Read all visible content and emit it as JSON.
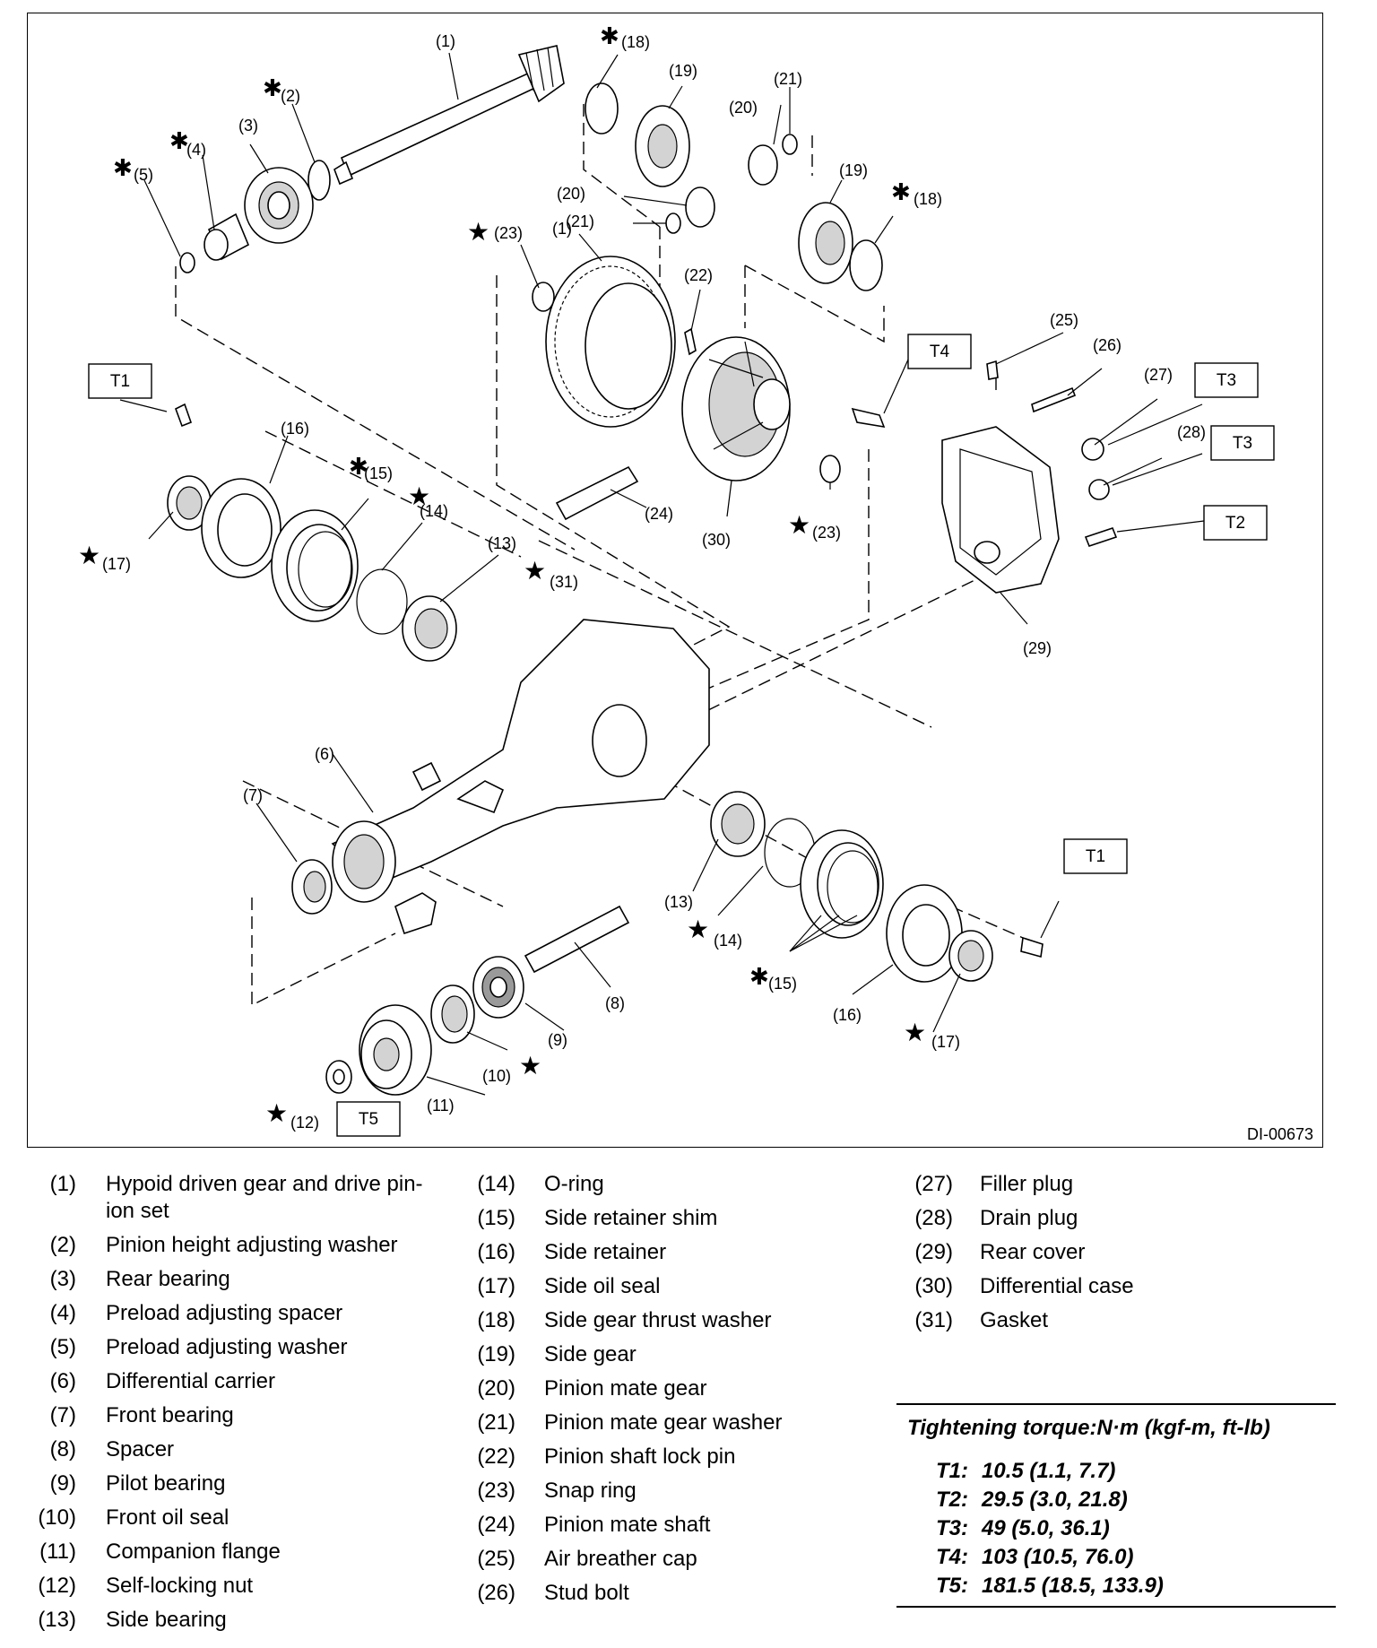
{
  "diagram": {
    "code": "DI-00673",
    "callouts": {
      "c1a": "(1)",
      "c1b": "(1)",
      "c2": "(2)",
      "c3": "(3)",
      "c4": "(4)",
      "c5": "(5)",
      "c6": "(6)",
      "c7": "(7)",
      "c8": "(8)",
      "c9": "(9)",
      "c10": "(10)",
      "c11": "(11)",
      "c12": "(12)",
      "c13a": "(13)",
      "c13b": "(13)",
      "c14a": "(14)",
      "c14b": "(14)",
      "c15a": "(15)",
      "c15b": "(15)",
      "c16a": "(16)",
      "c16b": "(16)",
      "c17a": "(17)",
      "c17b": "(17)",
      "c18a": "(18)",
      "c18b": "(18)",
      "c19a": "(19)",
      "c19b": "(19)",
      "c20a": "(20)",
      "c20b": "(20)",
      "c21a": "(21)",
      "c21b": "(21)",
      "c22": "(22)",
      "c23a": "(23)",
      "c23b": "(23)",
      "c24": "(24)",
      "c25": "(25)",
      "c26": "(26)",
      "c27": "(27)",
      "c28": "(28)",
      "c29": "(29)",
      "c30": "(30)",
      "c31": "(31)"
    },
    "torque_boxes": {
      "t1a": "T1",
      "t1b": "T1",
      "t2": "T2",
      "t3a": "T3",
      "t3b": "T3",
      "t4": "T4",
      "t5": "T5"
    },
    "star_symbol": "★",
    "asterisk_symbol": "✱"
  },
  "legend": {
    "col1": [
      {
        "num": "(1)",
        "label": "Hypoid driven gear and drive pin-",
        "label2": "ion set"
      },
      {
        "num": "(2)",
        "label": "Pinion height adjusting washer"
      },
      {
        "num": "(3)",
        "label": "Rear bearing"
      },
      {
        "num": "(4)",
        "label": "Preload adjusting spacer"
      },
      {
        "num": "(5)",
        "label": "Preload adjusting washer"
      },
      {
        "num": "(6)",
        "label": "Differential carrier"
      },
      {
        "num": "(7)",
        "label": "Front bearing"
      },
      {
        "num": "(8)",
        "label": "Spacer"
      },
      {
        "num": "(9)",
        "label": "Pilot bearing"
      },
      {
        "num": "(10)",
        "label": "Front oil seal"
      },
      {
        "num": "(11)",
        "label": "Companion flange"
      },
      {
        "num": "(12)",
        "label": "Self-locking nut"
      },
      {
        "num": "(13)",
        "label": "Side bearing"
      }
    ],
    "col2": [
      {
        "num": "(14)",
        "label": "O-ring"
      },
      {
        "num": "(15)",
        "label": "Side retainer shim"
      },
      {
        "num": "(16)",
        "label": "Side retainer"
      },
      {
        "num": "(17)",
        "label": "Side oil seal"
      },
      {
        "num": "(18)",
        "label": "Side gear thrust washer"
      },
      {
        "num": "(19)",
        "label": "Side gear"
      },
      {
        "num": "(20)",
        "label": "Pinion mate gear"
      },
      {
        "num": "(21)",
        "label": "Pinion mate gear washer"
      },
      {
        "num": "(22)",
        "label": "Pinion shaft lock pin"
      },
      {
        "num": "(23)",
        "label": "Snap ring"
      },
      {
        "num": "(24)",
        "label": "Pinion mate shaft"
      },
      {
        "num": "(25)",
        "label": "Air breather cap"
      },
      {
        "num": "(26)",
        "label": "Stud bolt"
      }
    ],
    "col3": [
      {
        "num": "(27)",
        "label": "Filler plug"
      },
      {
        "num": "(28)",
        "label": "Drain plug"
      },
      {
        "num": "(29)",
        "label": "Rear cover"
      },
      {
        "num": "(30)",
        "label": "Differential case"
      },
      {
        "num": "(31)",
        "label": "Gasket"
      }
    ]
  },
  "torque": {
    "title": "Tightening torque:N·m (kgf-m, ft-lb)",
    "rows": [
      {
        "key": "T1:",
        "value": "10.5 (1.1, 7.7)"
      },
      {
        "key": "T2:",
        "value": "29.5 (3.0, 21.8)"
      },
      {
        "key": "T3:",
        "value": "49 (5.0, 36.1)"
      },
      {
        "key": "T4:",
        "value": "103 (10.5, 76.0)"
      },
      {
        "key": "T5:",
        "value": "181.5 (18.5, 133.9)"
      }
    ]
  }
}
